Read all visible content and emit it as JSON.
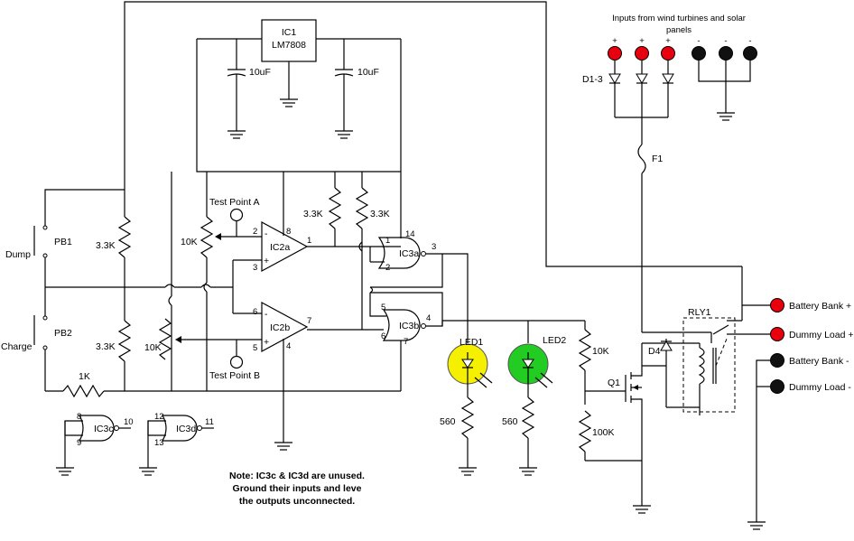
{
  "title_inputs_line1": "Inputs from wind turbines and solar",
  "title_inputs_line2": "panels",
  "ic1": {
    "name": "IC1",
    "part": "LM7808"
  },
  "caps": [
    "10uF",
    "10uF"
  ],
  "diodes_label": "D1-3",
  "fuse": "F1",
  "test_point_a": "Test Point A",
  "test_point_b": "Test Point B",
  "pots": [
    "10K",
    "10K"
  ],
  "resistors": {
    "r1": "3.3K",
    "r2": "3.3K",
    "r3": "3.3K",
    "r4": "3.3K",
    "r5": "1K",
    "led1_r": "560",
    "led2_r": "560",
    "q_r1": "10K",
    "q_r2": "100K"
  },
  "buttons": {
    "pb1": "PB1",
    "pb2": "PB2",
    "dump": "Dump",
    "charge": "Charge"
  },
  "opamps": {
    "a": "IC2a",
    "b": "IC2b"
  },
  "gates": {
    "a": "IC3a",
    "b": "IC3b",
    "c": "IC3c",
    "d": "IC3d"
  },
  "leds": {
    "l1": "LED1",
    "l2": "LED2"
  },
  "transistor": "Q1",
  "diode4": "D4",
  "relay": "RLY1",
  "outputs": [
    "Battery Bank +",
    "Dummy Load +",
    "Battery Bank -",
    "Dummy Load -"
  ],
  "note": [
    "Note: IC3c & IC3d are unused.",
    "Ground their inputs and leve",
    "the outputs unconnected."
  ],
  "pins": {
    "op_a_minus": "2",
    "op_a_plus": "3",
    "op_a_v": "8",
    "op_a_out": "1",
    "op_b_minus": "6",
    "op_b_plus": "5",
    "op_b_gnd": "4",
    "op_b_out": "7",
    "g_a_in1": "1",
    "g_a_in2": "2",
    "g_a_v": "14",
    "g_a_out": "3",
    "g_b_in1": "5",
    "g_b_in2": "6",
    "g_b_gnd": "7",
    "g_b_out": "4",
    "g_c_in1": "8",
    "g_c_in2": "9",
    "g_c_out": "10",
    "g_d_in1": "12",
    "g_d_in2": "13",
    "g_d_out": "11"
  },
  "signs": {
    "plus": "+",
    "minus": "-"
  },
  "colors": {
    "red_terminal": "#e8000f",
    "black_terminal": "#111111",
    "led1": "#f5f000",
    "led2": "#22cc22"
  }
}
